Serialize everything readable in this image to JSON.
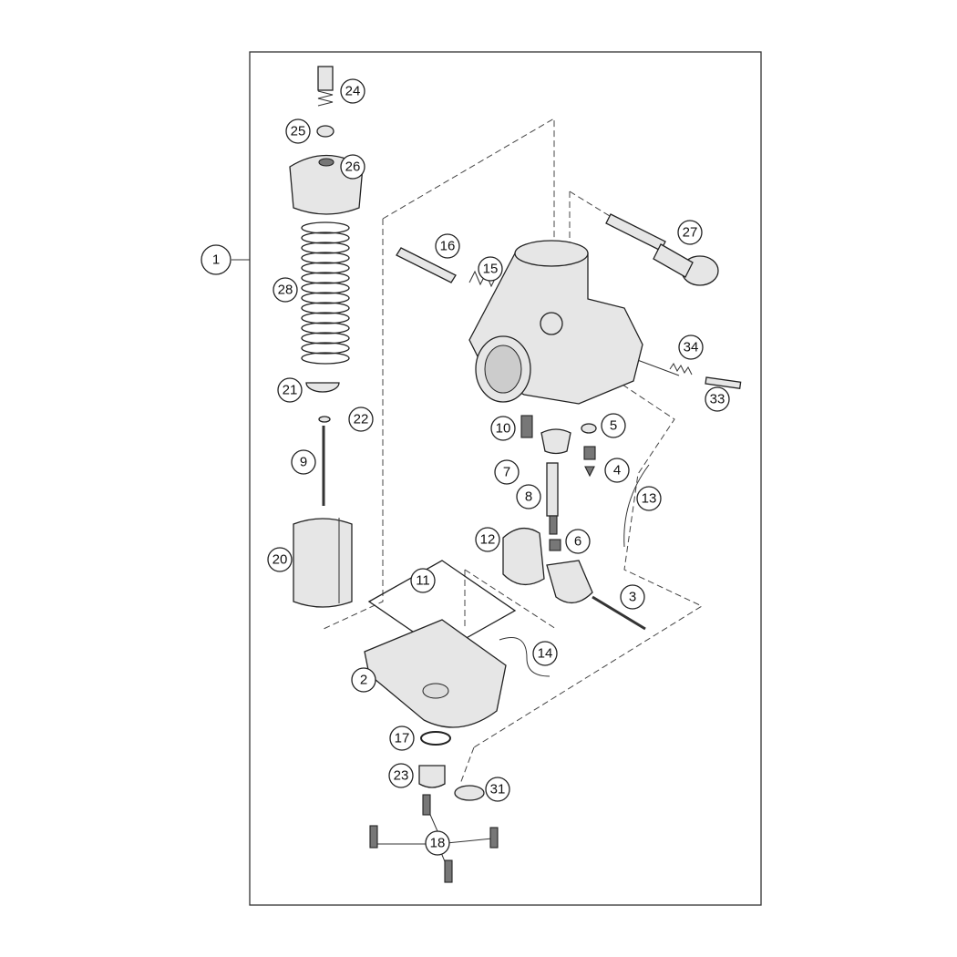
{
  "diagram": {
    "title_callout": "1",
    "callouts": [
      "24",
      "25",
      "26",
      "28",
      "21",
      "22",
      "9",
      "20",
      "16",
      "15",
      "27",
      "34",
      "33",
      "10",
      "5",
      "7",
      "4",
      "13",
      "8",
      "12",
      "6",
      "11",
      "3",
      "14",
      "2",
      "17",
      "23",
      "31",
      "18"
    ]
  }
}
